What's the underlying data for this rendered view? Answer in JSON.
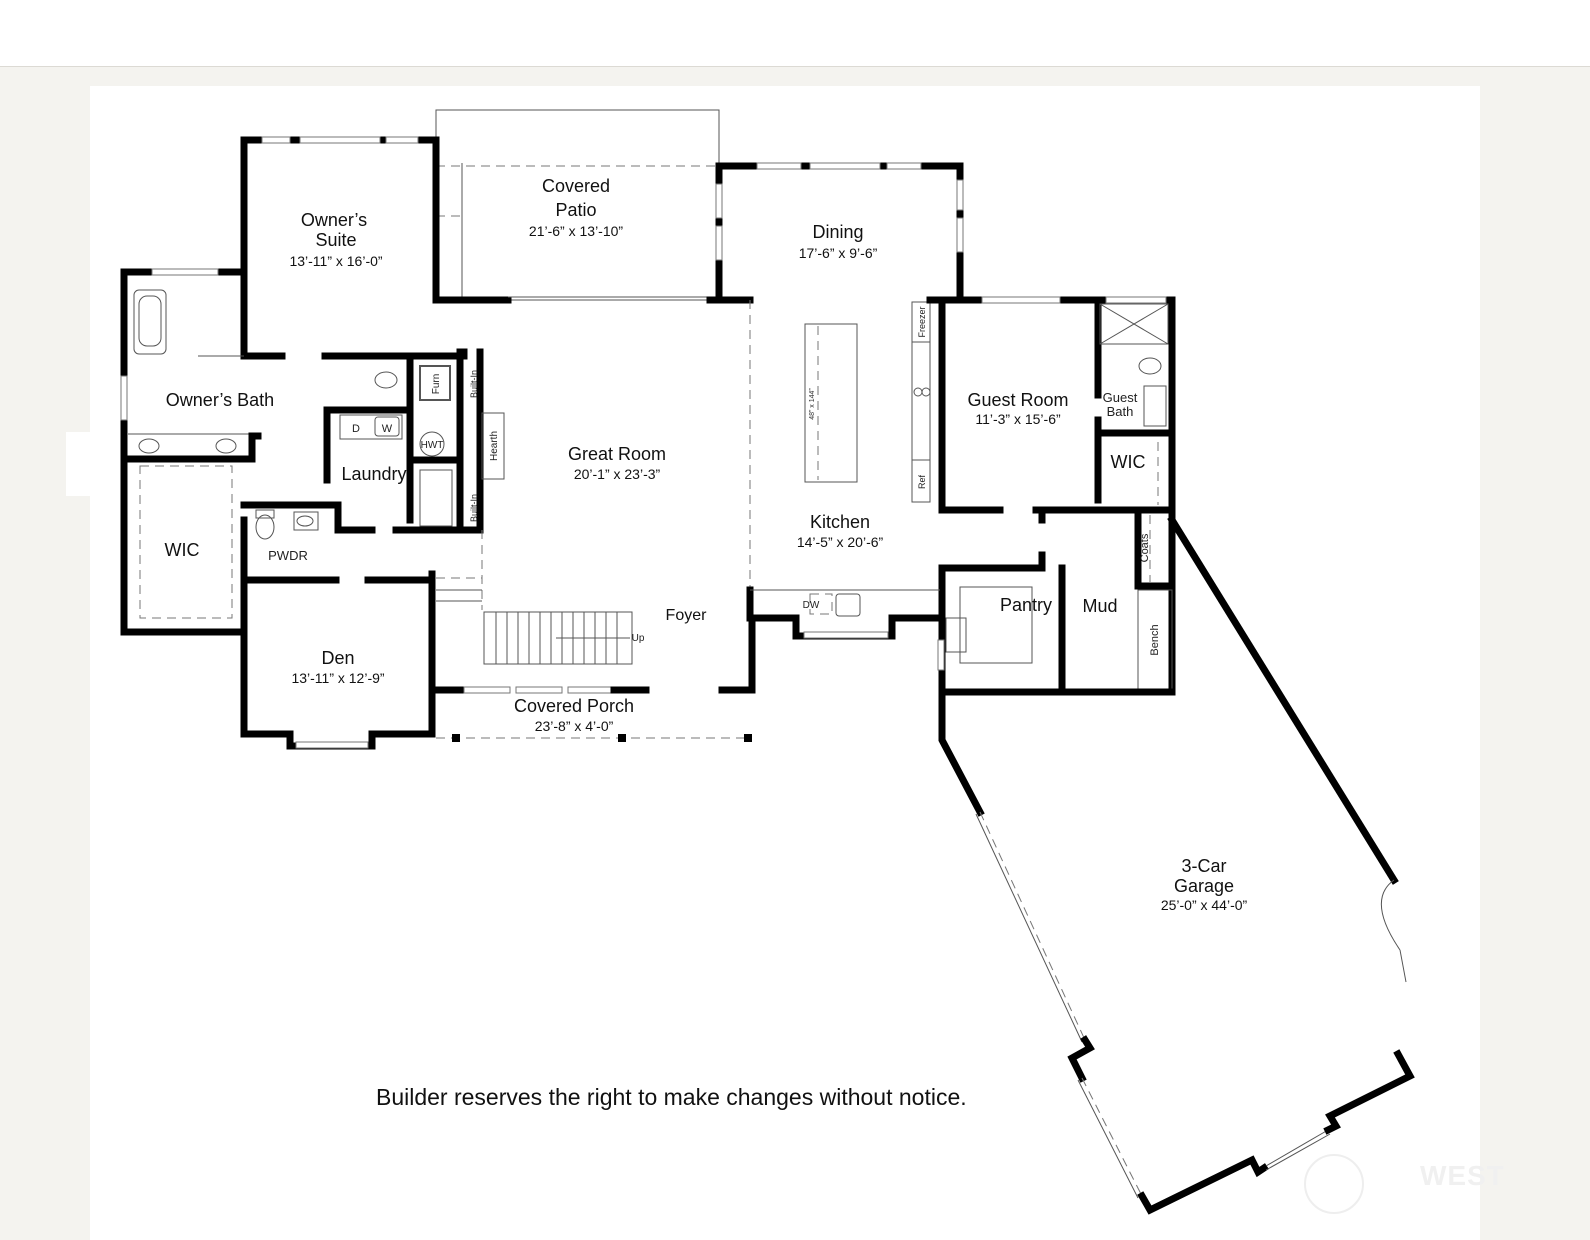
{
  "plan": {
    "rooms": {
      "owners_suite": {
        "name_line1": "Owner’s",
        "name_line2": "Suite",
        "dims": "13’-11” x 16’-0”"
      },
      "covered_patio": {
        "name_line1": "Covered",
        "name_line2": "Patio",
        "dims": "21’-6” x 13’-10”"
      },
      "dining": {
        "name": "Dining",
        "dims": "17’-6” x 9’-6”"
      },
      "owners_bath": {
        "name": "Owner’s Bath"
      },
      "laundry": {
        "name": "Laundry"
      },
      "great_room": {
        "name": "Great Room",
        "dims": "20’-1” x 23’-3”"
      },
      "guest_room": {
        "name": "Guest Room",
        "dims": "11’-3” x 15’-6”"
      },
      "guest_bath": {
        "name_line1": "Guest",
        "name_line2": "Bath"
      },
      "guest_wic": {
        "name": "WIC"
      },
      "owners_wic": {
        "name": "WIC"
      },
      "pwdr": {
        "name": "PWDR"
      },
      "kitchen": {
        "name": "Kitchen",
        "dims": "14’-5” x 20’-6”"
      },
      "den": {
        "name": "Den",
        "dims": "13’-11” x 12’-9”"
      },
      "foyer": {
        "name": "Foyer"
      },
      "covered_porch": {
        "name": "Covered Porch",
        "dims": "23’-8” x 4’-0”"
      },
      "pantry": {
        "name": "Pantry"
      },
      "mud": {
        "name": "Mud"
      },
      "garage": {
        "name_line1": "3-Car",
        "name_line2": "Garage",
        "dims": "25’-0” x 44’-0”"
      }
    },
    "fixtures": {
      "furn": "Furn",
      "built_in_top": "Built-In",
      "built_in_bottom": "Built-In",
      "hearth": "Hearth",
      "hwt": "HWT",
      "dryer": "D",
      "washer": "W",
      "freezer": "Freezer",
      "ref": "Ref",
      "island": "48” x 144”",
      "dw": "DW",
      "stairs_up": "Up",
      "coats": "Coats",
      "bench": "Bench"
    },
    "disclaimer": "Builder reserves the right to make changes without notice.",
    "watermark": "WEST"
  }
}
